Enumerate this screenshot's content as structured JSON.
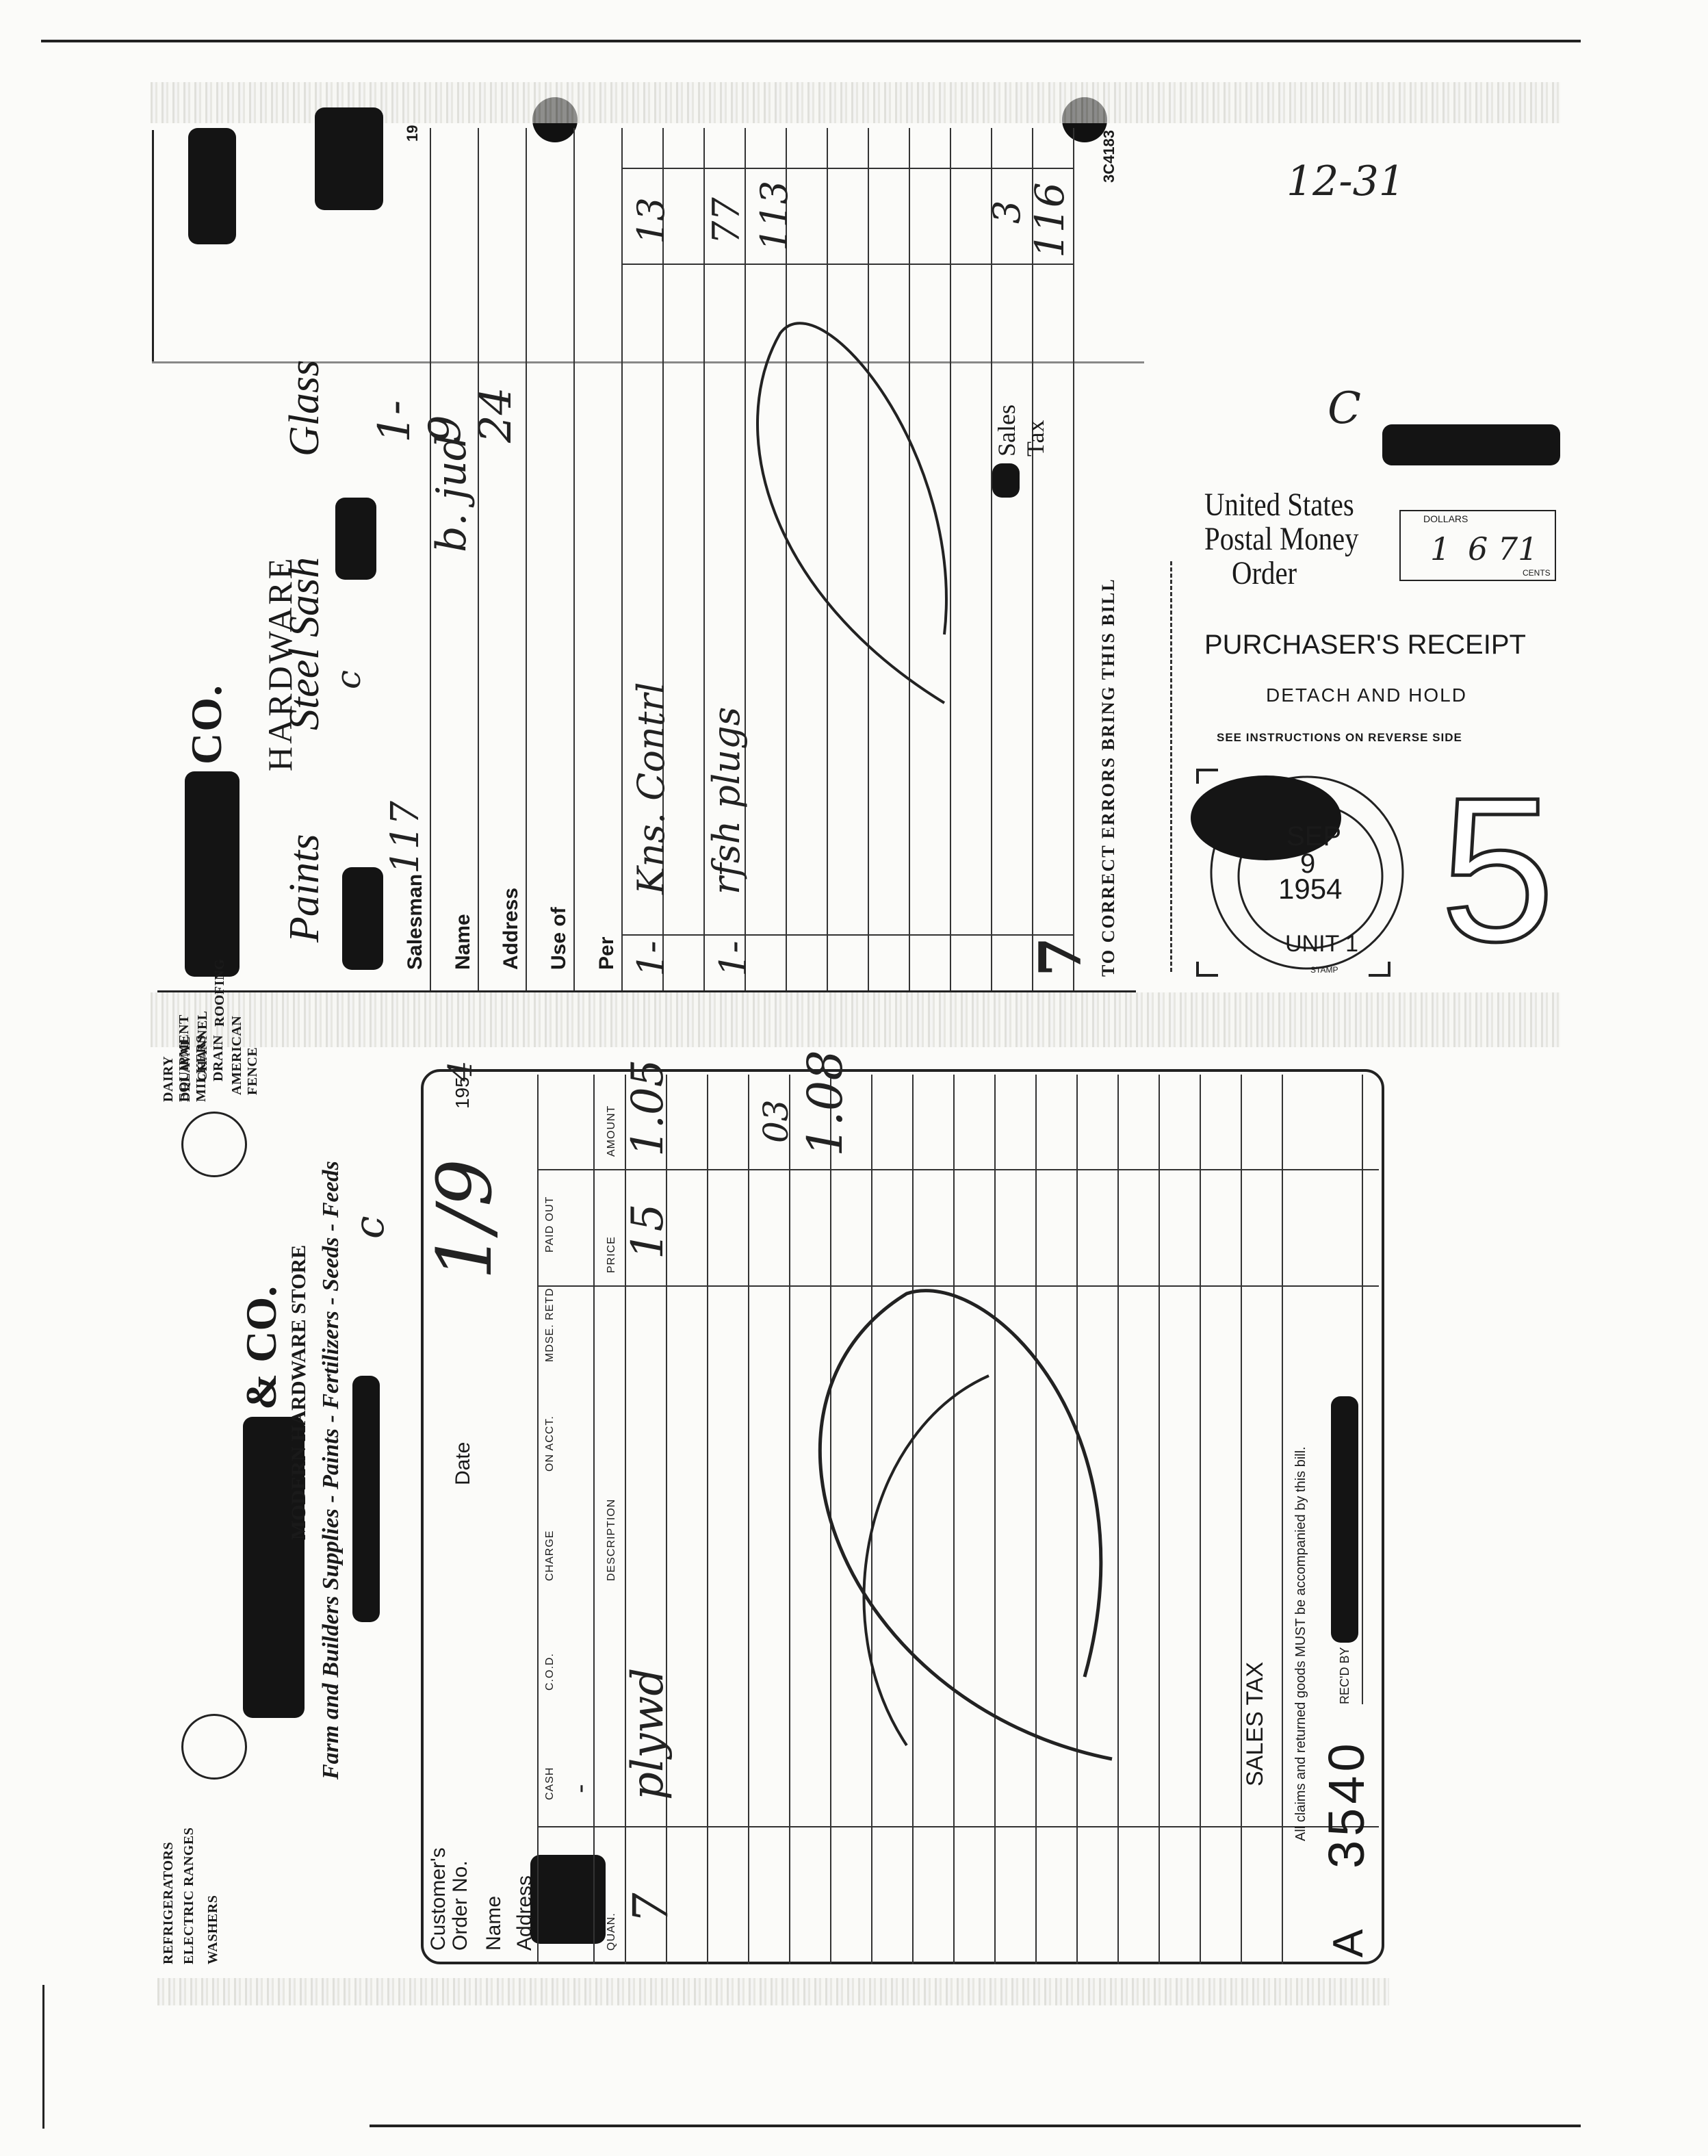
{
  "page": {
    "corner_note": "12-31"
  },
  "upper_receipt": {
    "company_suffix": "CO.",
    "subtitle": "HARDWARE",
    "product_lines": [
      "Paints",
      "Steel Sash",
      "Glass"
    ],
    "date": "1-9 24",
    "year_prefix": "19",
    "salesman_label": "Salesman",
    "salesman_value": "117",
    "name_label": "Name",
    "name_value": "b. jud",
    "address_label": "Address",
    "use_of_label": "Use of",
    "per_label": "Per",
    "items": [
      {
        "qty": "1-",
        "description": "Kns. Contrl",
        "amount": "13"
      },
      {
        "qty": "1-",
        "description": "rfsh plugs",
        "amount": "77"
      },
      {
        "qty": "",
        "description": "",
        "amount": "113"
      }
    ],
    "sales_tax_label": "Sales Tax",
    "sales_tax_value": "3",
    "total": "116",
    "footer": "TO CORRECT ERRORS BRING THIS BILL",
    "serial": "3C4183",
    "left_mark": "7",
    "handwritten_c": "c"
  },
  "money_order": {
    "handwritten_c": "C",
    "title_line1": "United States",
    "title_line2": "Postal Money",
    "title_line3": "Order",
    "dollars_label": "DOLLARS",
    "cents_label": "CENTS",
    "amount_dollars": "1",
    "amount_cents": "6 71",
    "receipt_title": "PURCHASER'S RECEIPT",
    "detach": "DETACH AND HOLD",
    "instructions": "SEE INSTRUCTIONS ON REVERSE SIDE",
    "stamp_month": "SEP",
    "stamp_day": "9",
    "stamp_year": "1954",
    "stamp_unit": "UNIT 1",
    "stamp_label": "STAMP",
    "big_number": "5"
  },
  "lower_receipt": {
    "left_items": [
      "REFRIGERATORS",
      "ELECTRIC RANGES",
      "WASHERS"
    ],
    "right_items": [
      "DAIRY EQUIPMENT",
      "DELAVAL MILKERS",
      "CHANNEL DRAIN",
      "ROOFING",
      "AMERICAN FENCE"
    ],
    "company": "& CO.",
    "store_type": "MODERN HARDWARE STORE",
    "tagline": "Farm and Builders Supplies - Paints - Fertilizers - Seeds - Feeds",
    "handwritten_c": "c",
    "customer_order_label": "Customer's Order No.",
    "name_label": "Name",
    "address_label": "Address",
    "date_label": "Date",
    "date_value": "1/9",
    "year_prefix": "195",
    "year_value": "4",
    "columns": [
      "CASH",
      "C.O.D.",
      "CHARGE",
      "ON ACCT.",
      "MDSE. RETD.",
      "PAID OUT"
    ],
    "col_qty": "QUAN.",
    "col_description": "DESCRIPTION",
    "col_price": "PRICE",
    "col_amount": "AMOUNT",
    "cash_mark": "-",
    "item_qty": "7",
    "item_description": "plywd",
    "item_price": "15",
    "item_amount": "1.05",
    "tax_amount": "03",
    "total": "1.08",
    "sales_tax_label": "SALES TAX",
    "footer": "All claims and returned goods MUST be accompanied by this bill.",
    "serial_prefix": "A",
    "serial": "3540",
    "recd_by_label": "REC'D BY"
  }
}
